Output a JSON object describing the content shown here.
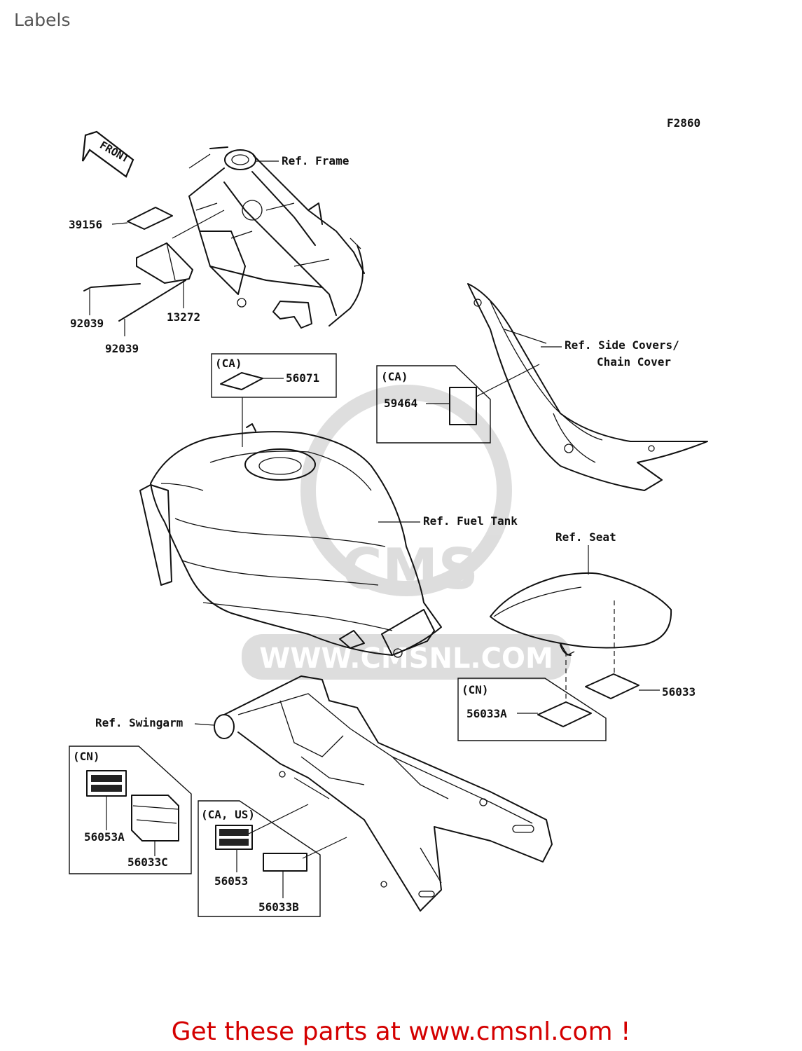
{
  "page_title": "Labels",
  "figure_code": "F2860",
  "front_arrow": "FRONT",
  "watermark": "WWW.CMSNL.COM",
  "refs": {
    "frame": "Ref. Frame",
    "side_covers_1": "Ref. Side Covers/",
    "side_covers_2": "Chain Cover",
    "fuel_tank": "Ref. Fuel Tank",
    "seat": "Ref. Seat",
    "swingarm": "Ref. Swingarm"
  },
  "market_codes": {
    "ca_tank": "(CA)",
    "ca_side": "(CA)",
    "cn_seat": "(CN)",
    "cn_swingarm": "(CN)",
    "ca_us_swingarm": "(CA, US)"
  },
  "parts": {
    "p39156": "39156",
    "p92039a": "92039",
    "p92039b": "92039",
    "p13272": "13272",
    "p56071": "56071",
    "p59464": "59464",
    "p56033": "56033",
    "p56033A": "56033A",
    "p56053A": "56053A",
    "p56033C": "56033C",
    "p56053": "56053",
    "p56033B": "56033B"
  },
  "footer_text": "Get these parts at www.cmsnl.com !"
}
